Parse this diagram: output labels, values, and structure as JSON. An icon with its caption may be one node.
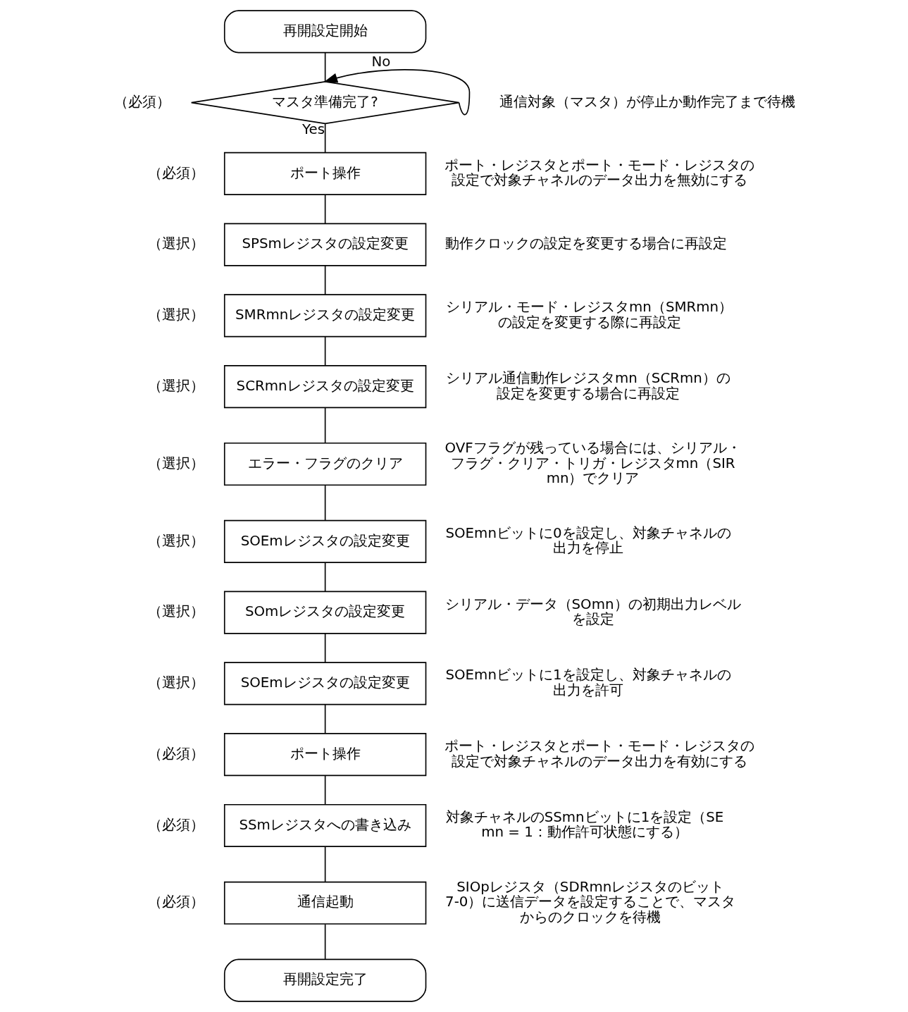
{
  "diagram": {
    "nodes": [
      {
        "text": [
          "再開設定開始"
        ]
      },
      {
        "text": [
          "マスタ準備完了?"
        ],
        "beside": [
          "（必須）",
          "通信対象（マスタ）が停止か動作完了まで待機"
        ]
      },
      {
        "text": [
          "ポート操作"
        ],
        "beside": [
          "（必須）",
          "ポート・レジスタとポート・モード・レジスタの設定で対象チャネルのデータ出力を無効にする"
        ]
      },
      {
        "text": [
          "SPSmレジスタの設定変更"
        ],
        "beside": [
          "（選択）",
          "動作クロックの設定を変更する場合に再設定"
        ]
      },
      {
        "text": [
          "SMRmnレジスタの設定変更"
        ],
        "beside": [
          "（選択）",
          "シリアル・モード・レジスタmn（SMRmn）の設定を変更する際に再設定"
        ]
      },
      {
        "text": [
          "SCRmnレジスタの設定変更"
        ],
        "beside": [
          "（選択）",
          "シリアル通信動作レジスタmn（SCRmn）の設定を変更する場合に再設定"
        ]
      },
      {
        "text": [
          "エラー・フラグのクリア"
        ],
        "beside": [
          "（選択）",
          "OVFフラグが残っている場合には、シリアル・フラグ・クリア・トリガ・レジスタmn（SIRmn）でクリア"
        ]
      },
      {
        "text": [
          "SOEmレジスタの設定変更"
        ],
        "beside": [
          "（選択）",
          "SOEmnビットに0を設定し、対象チャネルの出力を停止"
        ]
      },
      {
        "text": [
          "SOmレジスタの設定変更"
        ],
        "beside": [
          "（選択）",
          "シリアル・データ（SOmn）の初期出力レベルを設定"
        ]
      },
      {
        "text": [
          "SOEmレジスタの設定変更"
        ],
        "beside": [
          "（選択）",
          "SOEmnビットに1を設定し、対象チャネルの出力を許可"
        ]
      },
      {
        "text": [
          "ポート操作"
        ],
        "beside": [
          "（必須）",
          "ポート・レジスタとポート・モード・レジスタの設定で対象チャネルのデータ出力を有効にする"
        ]
      },
      {
        "text": [
          "SSmレジスタへの書き込み"
        ],
        "beside": [
          "（必須）",
          "対象チャネルのSSmnビットに1を設定（SEmn = 1：動作許可状態にする）"
        ]
      },
      {
        "text": [
          "通信起動"
        ],
        "beside": [
          "（必須）",
          "SIOpレジスタ（SDRmnレジスタのビット7-0）に送信データを設定することで、マスタからのクロックを待機"
        ]
      },
      {
        "text": [
          "再開設定完了"
        ]
      }
    ],
    "edges": [
      {
        "from": 0,
        "to": 1,
        "arrow": "none"
      },
      {
        "from": 1,
        "to": 1,
        "arrow": "to",
        "label": "No"
      },
      {
        "from": 1,
        "to": 2,
        "arrow": "none",
        "label": "Yes"
      },
      {
        "from": 2,
        "to": 3,
        "arrow": "none"
      },
      {
        "from": 3,
        "to": 4,
        "arrow": "none"
      },
      {
        "from": 4,
        "to": 5,
        "arrow": "none"
      },
      {
        "from": 5,
        "to": 6,
        "arrow": "none"
      },
      {
        "from": 6,
        "to": 7,
        "arrow": "none"
      },
      {
        "from": 7,
        "to": 8,
        "arrow": "none"
      },
      {
        "from": 8,
        "to": 9,
        "arrow": "none"
      },
      {
        "from": 9,
        "to": 10,
        "arrow": "none"
      },
      {
        "from": 10,
        "to": 11,
        "arrow": "none"
      },
      {
        "from": 11,
        "to": 12,
        "arrow": "none"
      },
      {
        "from": 12,
        "to": 13,
        "arrow": "none"
      }
    ]
  }
}
